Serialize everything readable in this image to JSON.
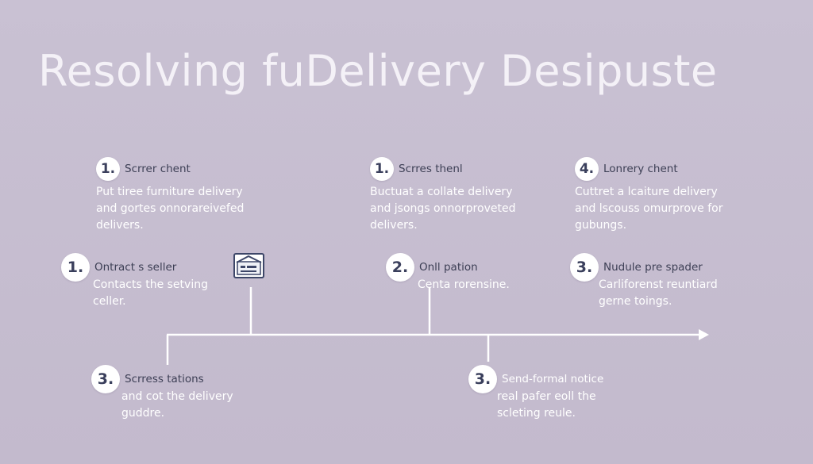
{
  "title": "Resolving fuDelivery Desipuste",
  "steps": [
    {
      "number": "1.",
      "heading": "Scrrer chent",
      "lines": [
        "Put tiree furniture delivery",
        "and gortes onnorareivefed",
        "delivers."
      ]
    },
    {
      "number": "1.",
      "heading": "Scrres thenl",
      "lines": [
        "Buctuat a collate delivery",
        "and jsongs onnorproveted",
        "delivers."
      ]
    },
    {
      "number": "4.",
      "heading": "Lonrery chent",
      "lines": [
        "Cuttret a lcaiture delivery",
        "and lscouss omurprove for",
        "gubungs."
      ]
    },
    {
      "number": "1.",
      "heading": "Ontract s seller",
      "lines": [
        "Contacts the setving",
        "celler."
      ]
    },
    {
      "number": "2.",
      "heading": "Onll pation",
      "lines": [
        "Centa rorensine."
      ]
    },
    {
      "number": "3.",
      "heading": "Nudule pre spader",
      "lines": [
        "Carliforenst reuntiard",
        "gerne toings."
      ]
    },
    {
      "number": "3.",
      "heading": "Scrress tations",
      "lines": [
        "and cot the delivery",
        "guddre."
      ]
    },
    {
      "number": "3.",
      "heading": "Send-formal notice",
      "lines": [
        "real pafer eoll the",
        "scleting reule."
      ]
    }
  ],
  "colors": {
    "background": "#c5bdd0",
    "title": "#f4f1f7",
    "badge_text": "#3a3f5c",
    "line": "#ffffff"
  },
  "icons": [
    "document-icon"
  ]
}
